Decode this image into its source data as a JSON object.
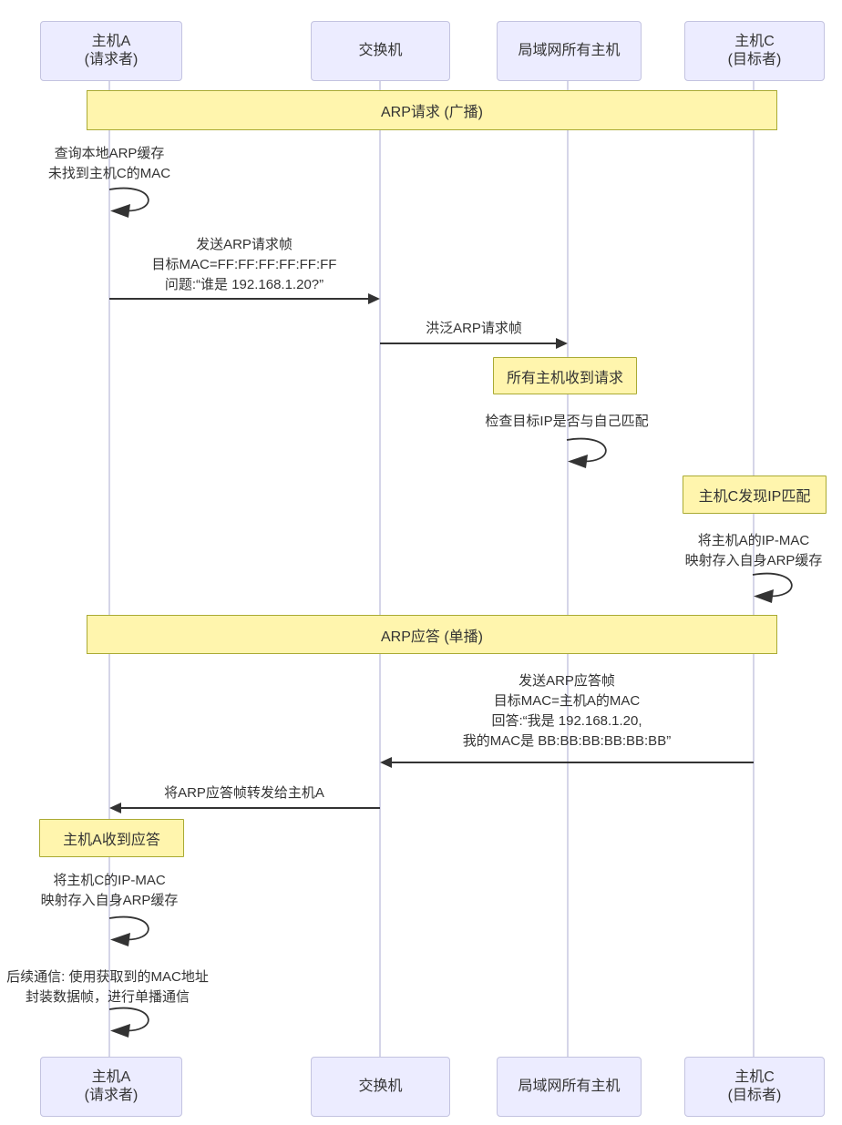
{
  "diagram_type": "sequence-diagram",
  "topic": "ARP request / reply flow",
  "participants": [
    {
      "label": "主机A",
      "sublabel": "(请求者)"
    },
    {
      "label": "交换机",
      "sublabel": ""
    },
    {
      "label": "局域网所有主机",
      "sublabel": ""
    },
    {
      "label": "主机C",
      "sublabel": "(目标者)"
    }
  ],
  "banners": [
    {
      "label": "ARP请求 (广播)"
    },
    {
      "label": "ARP应答 (单播)"
    }
  ],
  "notes": [
    {
      "label": "所有主机收到请求"
    },
    {
      "label": "主机C发现IP匹配"
    },
    {
      "label": "主机A收到应答"
    }
  ],
  "messages": {
    "self_query_cache": {
      "line1": "查询本地ARP缓存",
      "line2": "未找到主机C的MAC"
    },
    "arp_request": {
      "line1": "发送ARP请求帧",
      "line2": "目标MAC=FF:FF:FF:FF:FF:FF",
      "line3": "问题:“谁是 192.168.1.20?”"
    },
    "flood": {
      "line1": "洪泛ARP请求帧"
    },
    "self_check_ip": {
      "line1": "检查目标IP是否与自己匹配"
    },
    "self_store_a": {
      "line1": "将主机A的IP-MAC",
      "line2": "映射存入自身ARP缓存"
    },
    "arp_reply": {
      "line1": "发送ARP应答帧",
      "line2": "目标MAC=主机A的MAC",
      "line3": "回答:“我是 192.168.1.20,",
      "line4": "我的MAC是 BB:BB:BB:BB:BB:BB”"
    },
    "forward_reply": {
      "line1": "将ARP应答帧转发给主机A"
    },
    "self_store_c": {
      "line1": "将主机C的IP-MAC",
      "line2": "映射存入自身ARP缓存"
    },
    "self_followup": {
      "line1": "后续通信: 使用获取到的MAC地址",
      "line2": "封装数据帧，进行单播通信"
    }
  },
  "colors": {
    "participant_fill": "#ECECFF",
    "participant_border": "#c3c3e0",
    "note_fill": "#FFF5AD",
    "note_border": "#AAAA33",
    "lifeline": "#d5d5e8",
    "arrow": "#333333",
    "text": "#333333",
    "background": "#ffffff"
  }
}
